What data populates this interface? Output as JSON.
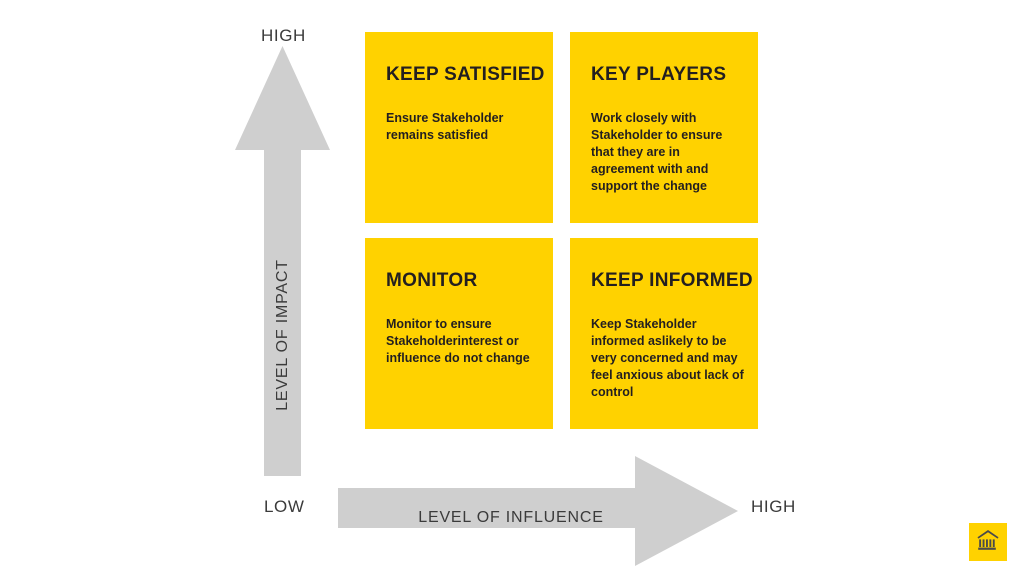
{
  "axes": {
    "vertical": {
      "label": "LEVEL OF IMPACT",
      "top_cap": "HIGH",
      "arrow_icon": "up-arrow-icon"
    },
    "horizontal": {
      "label": "LEVEL OF INFLUENCE",
      "start_cap": "LOW",
      "end_cap": "HIGH",
      "arrow_icon": "right-arrow-icon"
    }
  },
  "quadrants": [
    {
      "id": "keep-satisfied",
      "title": "KEEP SATISFIED",
      "body": "Ensure Stakeholder remains satisfied",
      "position": "high-impact-low-influence"
    },
    {
      "id": "key-players",
      "title": "KEY PLAYERS",
      "body": "Work closely with Stakeholder to ensure that they are in agreement with and support the change",
      "position": "high-impact-high-influence"
    },
    {
      "id": "monitor",
      "title": "MONITOR",
      "body": "Monitor to ensure Stakeholderinterest or influence do not change",
      "position": "low-impact-low-influence"
    },
    {
      "id": "keep-informed",
      "title": "KEEP INFORMED",
      "body": "Keep Stakeholder informed aslikely to be very concerned and may feel anxious about lack of control",
      "position": "low-impact-high-influence"
    }
  ],
  "badge": {
    "icon": "bank-building-icon"
  },
  "colors": {
    "quadrant_yellow": "#ffd200",
    "arrow_gray": "#cfcfcf",
    "text_dark": "#231f20",
    "axis_label_gray": "#3b3b3b",
    "background": "#ffffff"
  }
}
